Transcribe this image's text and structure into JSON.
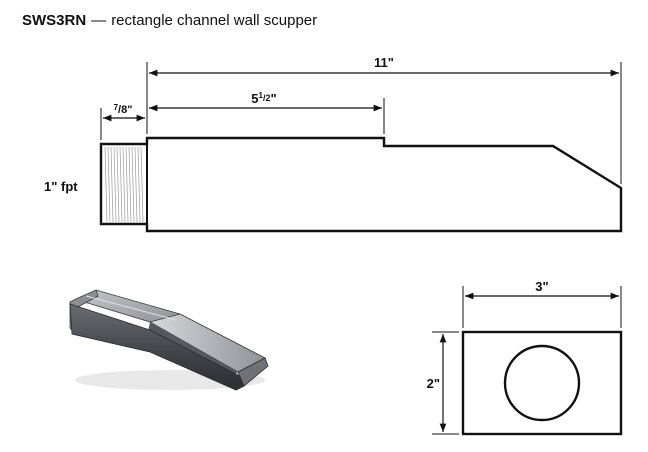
{
  "header": {
    "model": "SWS3RN",
    "separator": "—",
    "description": "rectangle channel wall scupper"
  },
  "dimensions": {
    "overall_length": "11\"",
    "channel_length_whole": "5",
    "channel_length_num": "1",
    "channel_length_den": "2",
    "channel_length_unit": "\"",
    "thread_length_num": "7",
    "thread_length_den": "8",
    "thread_length_unit": "\"",
    "thread_spec": "1\" fpt",
    "end_width": "3\"",
    "end_height": "2\""
  },
  "colors": {
    "line": "#111111",
    "thread": "#9a9a9a",
    "metal_dark": "#4a4d52",
    "metal_light": "#a9acb1"
  }
}
